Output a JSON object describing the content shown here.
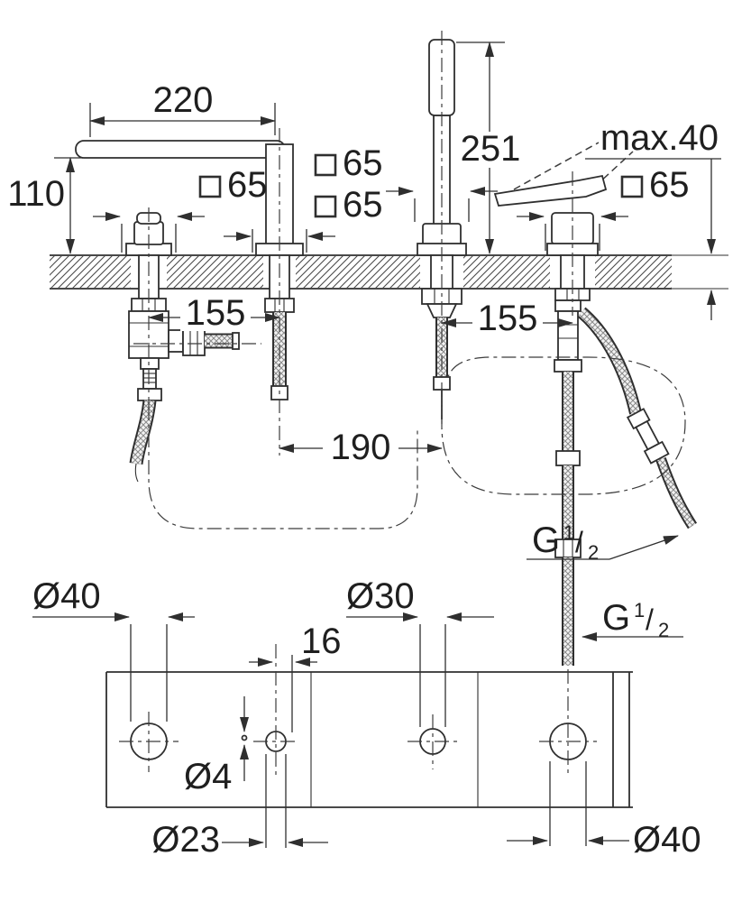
{
  "meta": {
    "background": "#ffffff",
    "ink": "#2f2f2f",
    "description": "Four-hole bath mixer combination - installation dimension drawing (section view and deck plan view)"
  },
  "labels": {
    "spout_reach": "220",
    "spout_height": "110",
    "shower_height": "251",
    "deck_thickness": "max.40",
    "esc_valve": "65",
    "esc_shower": "65",
    "esc_spout": "65",
    "esc_lever": "65",
    "spacing_valve_spout": "155",
    "spacing_shower_lever": "155",
    "spacing_spout_shower": "190",
    "thread_top": {
      "prefix": "G",
      "numerator": "1",
      "slash": "/",
      "denominator": "2"
    },
    "thread_bottom": {
      "prefix": "G",
      "numerator": "1",
      "slash": "/",
      "denominator": "2"
    },
    "hole_left": "Ø40",
    "hole_small_offset": "16",
    "hole_pin": "Ø4",
    "hole_small": "Ø23",
    "hole_shower": "Ø30",
    "hole_right": "Ø40"
  }
}
